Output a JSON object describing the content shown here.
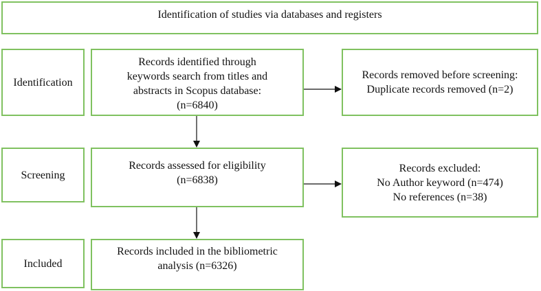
{
  "header": {
    "title": "Identification of studies via databases and registers"
  },
  "stages": {
    "identification": "Identification",
    "screening": "Screening",
    "included": "Included"
  },
  "boxes": {
    "identified": "Records identified through\nkeywords search from titles and\nabstracts in Scopus database:\n(n=6840)",
    "removed": "Records removed before screening:\nDuplicate records removed (n=2)",
    "assessed": "Records assessed for eligibility\n(n=6838)",
    "excluded": "Records excluded:\nNo Author keyword (n=474)\nNo references (n=38)",
    "included": "Records included in the bibliometric\nanalysis (n=6326)"
  },
  "colors": {
    "border": "#7fc15f",
    "arrow": "#111111"
  }
}
